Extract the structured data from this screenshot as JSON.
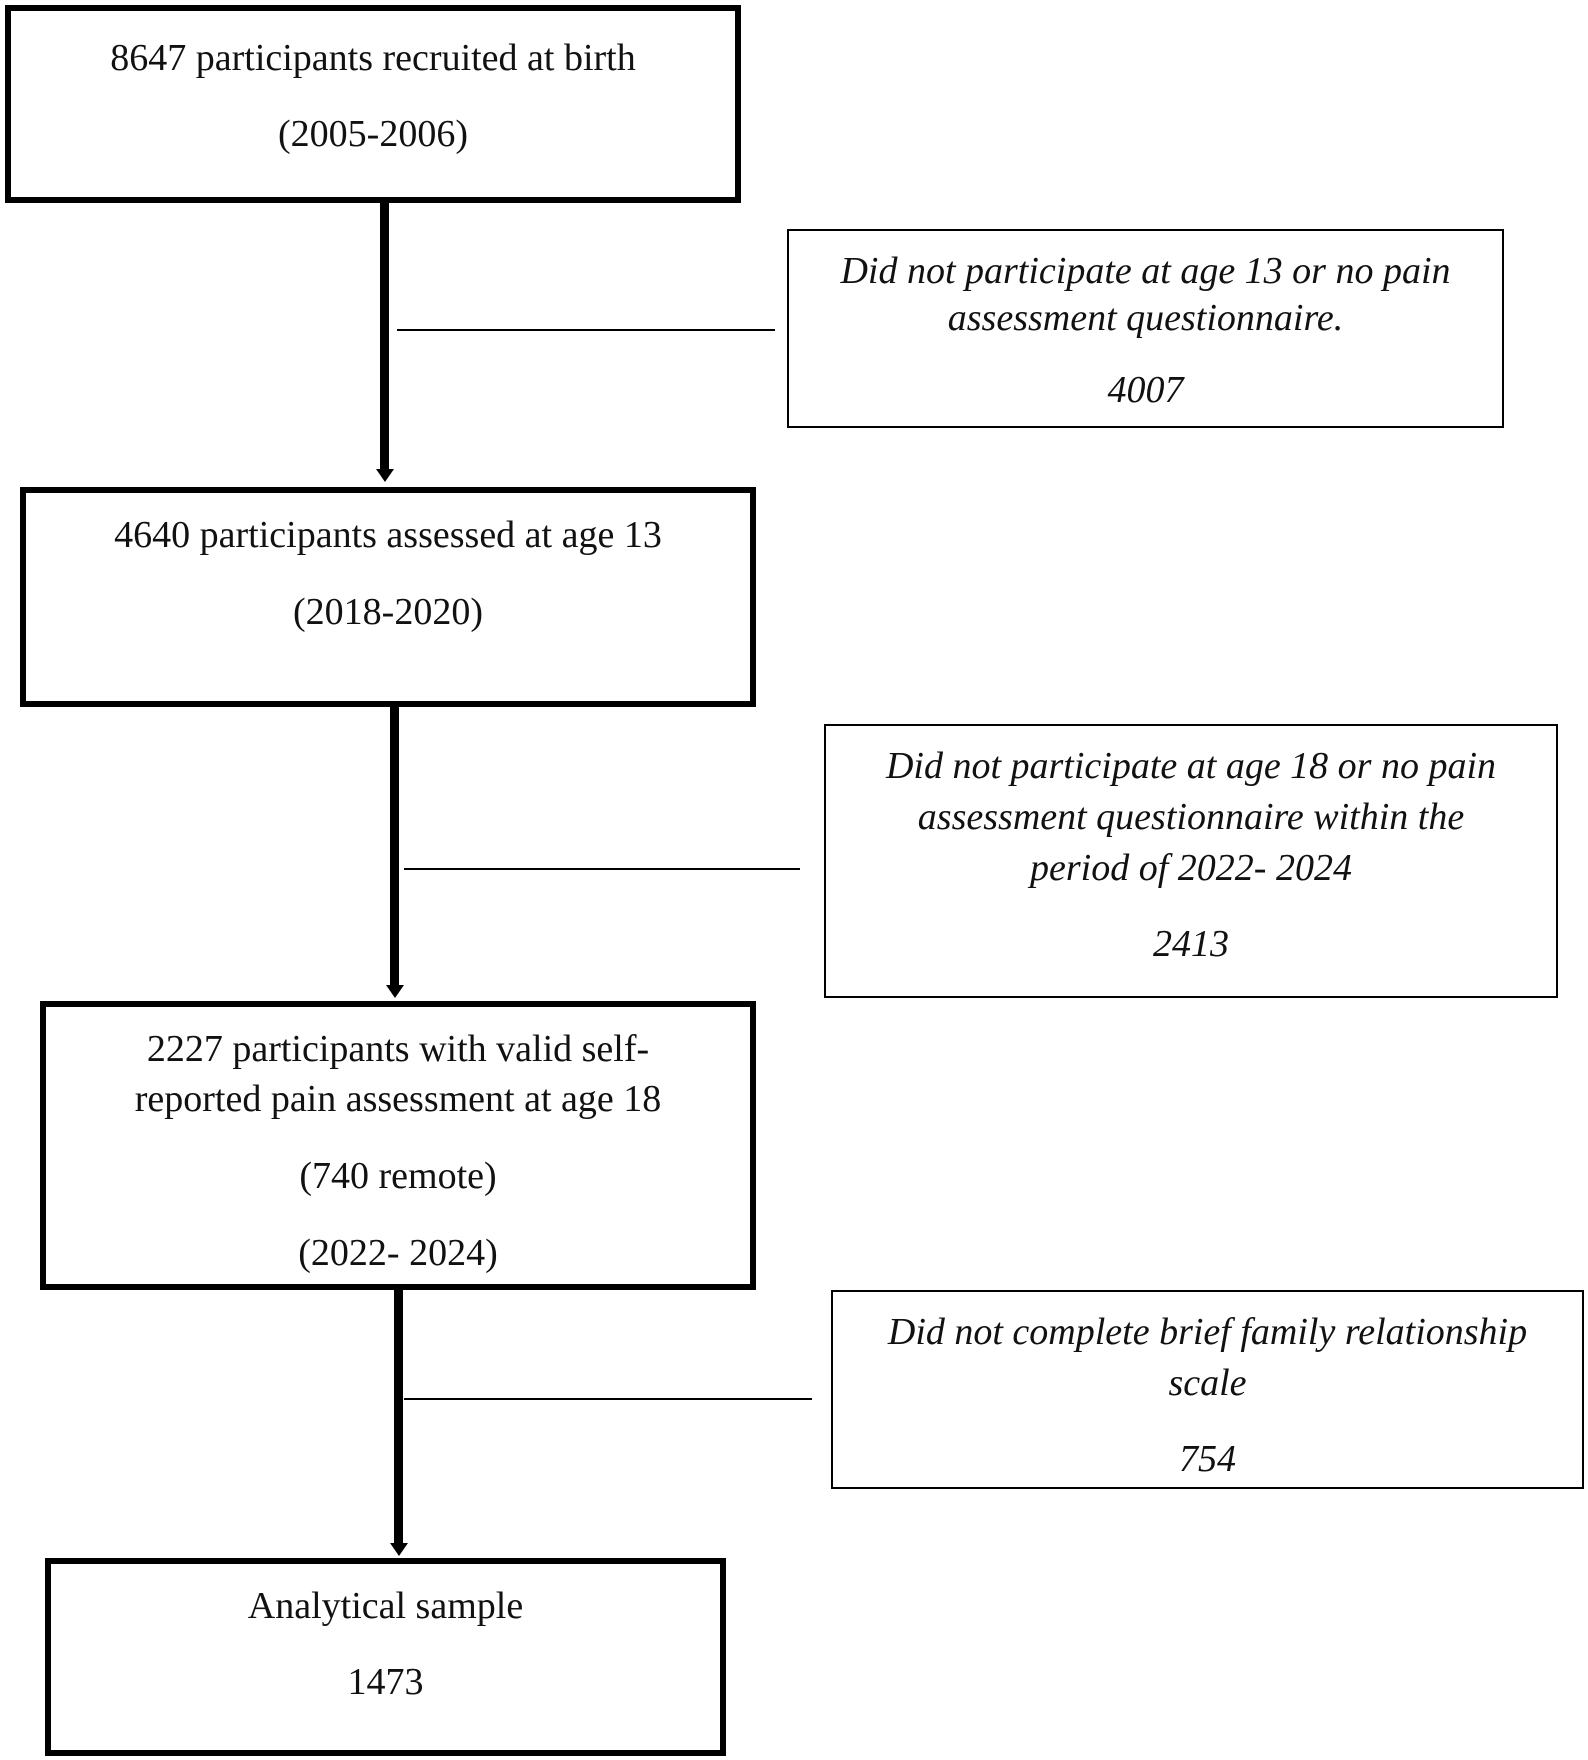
{
  "main_boxes": [
    {
      "lines": [
        "8647 participants recruited at birth",
        "(2005-2006)"
      ]
    },
    {
      "lines": [
        "4640 participants assessed at age 13",
        "(2018-2020)"
      ]
    },
    {
      "lines": [
        "2227 participants with valid self-",
        "reported pain assessment at age 18",
        "(740 remote)",
        "(2022- 2024)"
      ]
    },
    {
      "lines": [
        "Analytical sample",
        "1473"
      ]
    }
  ],
  "exclusion_boxes": [
    {
      "lines": [
        "Did not participate at age 13 or no pain",
        "assessment questionnaire.",
        "4007"
      ]
    },
    {
      "lines": [
        "Did not participate at age 18 or no pain",
        "assessment questionnaire within the",
        "period of 2022- 2024",
        "2413"
      ]
    },
    {
      "lines": [
        "Did not complete brief family relationship",
        "scale",
        "754"
      ]
    }
  ]
}
